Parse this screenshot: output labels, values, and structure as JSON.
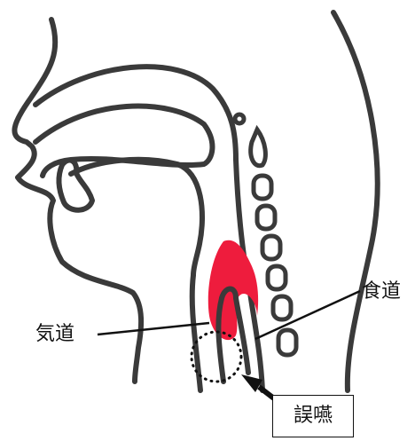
{
  "labels": {
    "airway": "気道",
    "esophagus": "食道",
    "aspiration": "誤嚥"
  },
  "colors": {
    "line": "#3a3a3a",
    "food_bolus": "#ee1c3d",
    "text": "#111111"
  }
}
